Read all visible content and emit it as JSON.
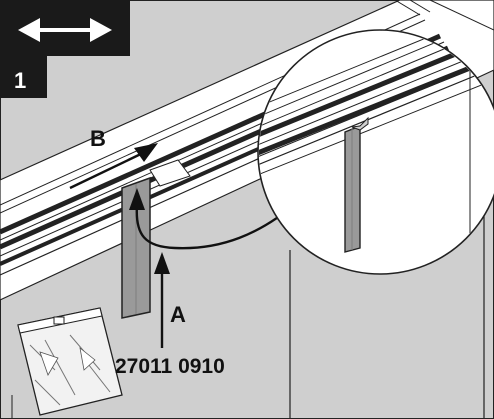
{
  "instruction": {
    "step_number": "1",
    "label_a": "A",
    "label_b": "B",
    "part_number": "27011 0910"
  },
  "icons": {
    "width_indicator": "double-arrow-icon",
    "detail_view": "magnifier-circle",
    "parts_bag": "plastic-bag-icon"
  },
  "colors": {
    "panel": "#cfcfcf",
    "rail": "#ffffff",
    "ink": "#111111",
    "badge": "#1a1a1a",
    "part": "#9a9a9a"
  }
}
